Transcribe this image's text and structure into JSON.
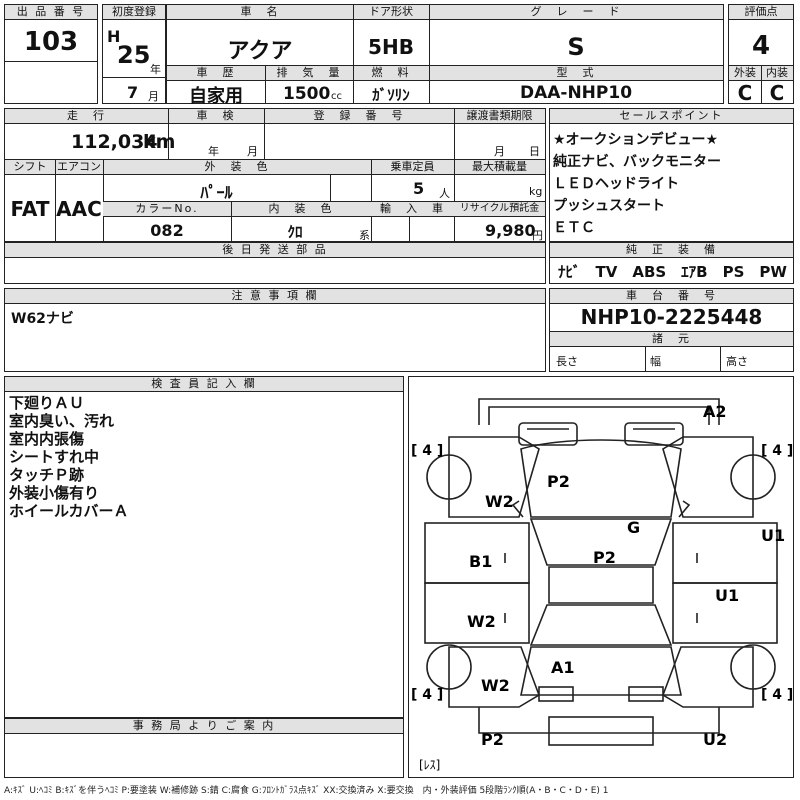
{
  "headers": {
    "lot_no": "出 品 番 号",
    "first_reg": "初度登録",
    "car_name": "車　名",
    "door_type": "ドア形状",
    "grade": "グ　レ　ー　ド",
    "score": "評価点",
    "history": "車　歴",
    "displacement": "排　気　量",
    "fuel": "燃　料",
    "model_code": "型　式",
    "exterior": "外装",
    "interior": "内装",
    "mileage": "走　行",
    "shaken": "車　検",
    "reg_no": "登　録　番　号",
    "transfer_deadline": "譲渡書類期限",
    "sales_points": "セールスポイント",
    "shift": "シフト",
    "aircon": "エアコン",
    "ext_color": "外　装　色",
    "capacity": "乗車定員",
    "max_load": "最大積載量",
    "color_no": "カラーNo.",
    "int_color": "内　装　色",
    "import": "輸　入　車",
    "recycle": "リサイクル預託金",
    "later_parts": "後 日 発 送 部 品",
    "genuine_equip": "純　正　装　備",
    "notes": "注 意 事 項 欄",
    "chassis_no": "車　台　番　号",
    "dimensions": "諸　元",
    "inspector": "検 査 員 記 入 欄",
    "office": "事 務 局 よ り ご 案 内"
  },
  "lot_no": "103",
  "first_reg": {
    "era": "H",
    "year": "25",
    "year_unit": "年",
    "month": "7",
    "month_unit": "月"
  },
  "car_name": "アクア",
  "door_type": "5HB",
  "grade": "S",
  "score": "4",
  "history": "自家用",
  "displacement": "1500",
  "displacement_unit": "cc",
  "fuel": "ｶﾞｿﾘﾝ",
  "model_code": "DAA-NHP10",
  "exterior_grade": "C",
  "interior_grade": "C",
  "mileage": "112,034",
  "mileage_unit": "km",
  "shaken_year_unit": "年",
  "shaken_month_unit": "月",
  "transfer_month_unit": "月",
  "transfer_day_unit": "日",
  "sales_points": [
    "★オークションデビュー★",
    "純正ナビ、バックモニター",
    "ＬＥＤヘッドライト",
    "プッシュスタート",
    "ＥＴＣ"
  ],
  "shift": "FAT",
  "aircon": "AAC",
  "ext_color": "ﾊﾟｰﾙ",
  "capacity": "5",
  "capacity_unit": "人",
  "load_unit": "kg",
  "color_no": "082",
  "int_color": "ｸﾛ",
  "int_color_unit": "系",
  "recycle_fee": "9,980",
  "recycle_unit": "円",
  "genuine_equip": "ﾅﾋﾞ　TV　ABS　ｴｱB　PS　PW",
  "notes": "W62ナビ",
  "chassis_no": "NHP10-2225448",
  "dims": {
    "length": "長さ",
    "width": "幅",
    "height": "高さ"
  },
  "inspector_notes": [
    "下廻りＡＵ",
    "室内臭い、汚れ",
    "室内内張傷",
    "シートすれ中",
    "タッチＰ跡",
    "外装小傷有り",
    "ホイールカバーＡ"
  ],
  "diagram": {
    "tire_left_front": "[ 4 ]",
    "tire_right_front": "[ 4 ]",
    "tire_left_rear": "[ 4 ]",
    "tire_right_rear": "[ 4 ]",
    "spare": "[ﾚｽ]",
    "marks": {
      "front_bumper": "A2",
      "hood": "P2",
      "left_front_fender": "W2",
      "windshield": "G",
      "right_front_door": "U1",
      "left_front_door": "B1",
      "roof": "P2",
      "right_rear_door": "U1",
      "left_rear_door": "W2",
      "trunk": "A1",
      "left_rear_fender": "W2",
      "rear_bumper_left": "P2",
      "rear_bumper_right": "U2"
    }
  },
  "legend": "A:ｷｽﾞ U:ﾍｺﾐ B:ｷｽﾞを伴うﾍｺﾐ P:要塗装 W:補修跡 S:錆 C:腐食 G:ﾌﾛﾝﾄｶﾞﾗｽ点ｷｽﾞ XX:交換済み X:要交換　内・外装評価 5段階ﾗﾝｸ順(A・B・C・D・E) 1"
}
